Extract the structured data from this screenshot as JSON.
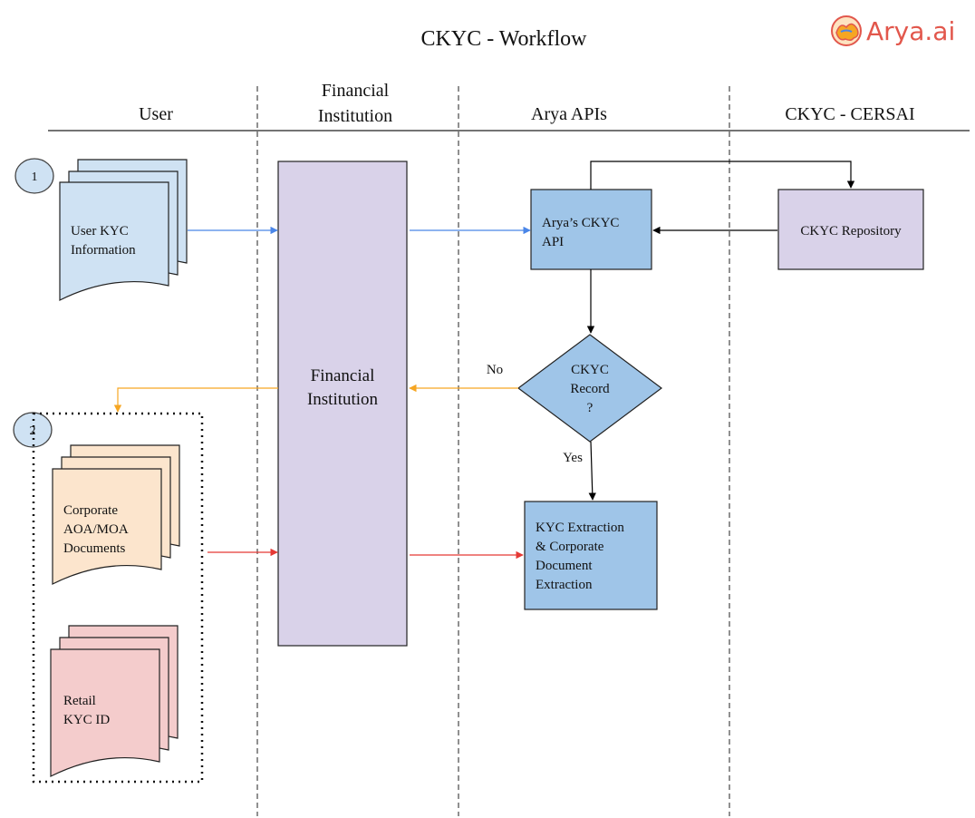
{
  "title": "CKYC - Workflow",
  "logo": {
    "text": "Arya.ai",
    "color": "#e2574c",
    "icon": "brain-icon"
  },
  "lanes": [
    {
      "label_lines": [
        "User"
      ]
    },
    {
      "label_lines": [
        "Financial",
        "Institution"
      ]
    },
    {
      "label_lines": [
        "Arya APIs"
      ]
    },
    {
      "label_lines": [
        "CKYC - CERSAI"
      ]
    }
  ],
  "badges": [
    "1",
    "2"
  ],
  "documents": {
    "user_kyc": {
      "lines": [
        "User KYC",
        "Information"
      ],
      "color": "#cfe2f3"
    },
    "corporate": {
      "lines": [
        "Corporate",
        "AOA/MOA",
        "Documents"
      ],
      "color": "#fce5cd"
    },
    "retail": {
      "lines": [
        "Retail",
        "KYC ID"
      ],
      "color": "#f4cccc"
    }
  },
  "nodes": {
    "financial_institution": {
      "lines": [
        "Financial",
        "Institution"
      ],
      "color": "#d9d2e9"
    },
    "arya_ckyc_api": {
      "lines": [
        "Arya’s CKYC",
        "API"
      ],
      "color": "#9fc5e8"
    },
    "ckyc_repository": {
      "lines": [
        "CKYC Repository"
      ],
      "color": "#d9d2e9"
    },
    "decision": {
      "lines": [
        "CKYC",
        "Record",
        "?"
      ],
      "color": "#9fc5e8"
    },
    "extraction": {
      "lines": [
        "KYC Extraction",
        "& Corporate",
        "Document",
        "Extraction"
      ],
      "color": "#9fc5e8"
    }
  },
  "edge_labels": {
    "no": "No",
    "yes": "Yes"
  },
  "colors": {
    "blue_arrow": "#4a86e8",
    "orange_arrow": "#f6a623",
    "red_arrow": "#e53935",
    "black_arrow": "#000000"
  }
}
